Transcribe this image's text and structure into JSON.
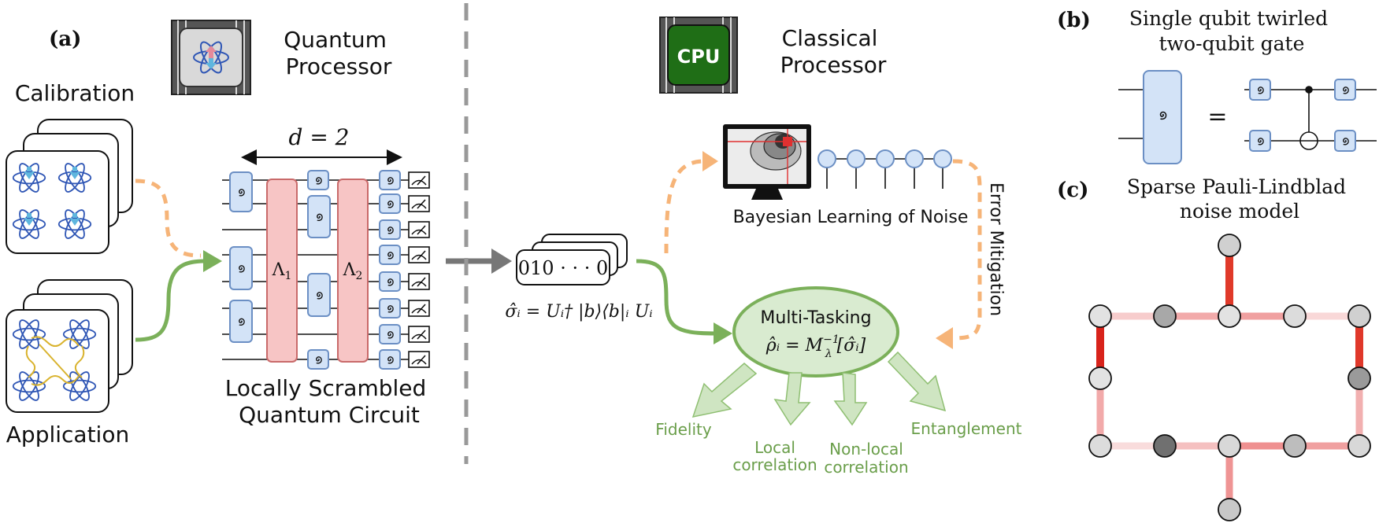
{
  "panel_a": {
    "label": "(a)",
    "quantum_processor": [
      "Quantum",
      "Processor"
    ],
    "classical_processor": [
      "Classical",
      "Processor"
    ],
    "cpu_chip_text": "CPU",
    "calibration": "Calibration",
    "application": "Application",
    "depth": "d = 2",
    "lambda1": "Λ",
    "lambda1_sub": "1",
    "lambda2": "Λ",
    "lambda2_sub": "2",
    "circuit_caption": [
      "Locally Scrambled",
      "Quantum Circuit"
    ],
    "bitstring": "010 · · · 0",
    "shadow_formula": "σ̂ᵢ = Uᵢ† |b⟩⟨b|ᵢ Uᵢ",
    "bayesian": "Bayesian Learning of Noise",
    "error_mitigation": "Error Mitigation",
    "multitasking": "Multi-Tasking",
    "multitasking_formula": "ρ̂ᵢ = M",
    "multitasking_formula_sup": "−1",
    "multitasking_formula_sub": "λ",
    "multitasking_formula_tail": "[σ̂ᵢ]",
    "outputs": {
      "fidelity": "Fidelity",
      "local": [
        "Local",
        "correlation"
      ],
      "nonlocal": [
        "Non-local",
        "correlation"
      ],
      "entanglement": "Entanglement"
    }
  },
  "panel_b": {
    "label": "(b)",
    "title": [
      "Single qubit twirled",
      "two-qubit gate"
    ],
    "equals": "="
  },
  "panel_c": {
    "label": "(c)",
    "title": [
      "Sparse Pauli-Lindblad",
      "noise model"
    ]
  },
  "colors": {
    "green_arrow": "#7bb05a",
    "orange_dash": "#f6b478",
    "gate_fill": "#d3e3f7",
    "gate_stroke": "#6b8fc4",
    "lambda_fill": "#f7c5c5",
    "lambda_stroke": "#c96a6a",
    "multitask_fill": "#d9ebd0",
    "output_arrow": "#cfe5c2",
    "output_text": "#6a9e4a"
  }
}
